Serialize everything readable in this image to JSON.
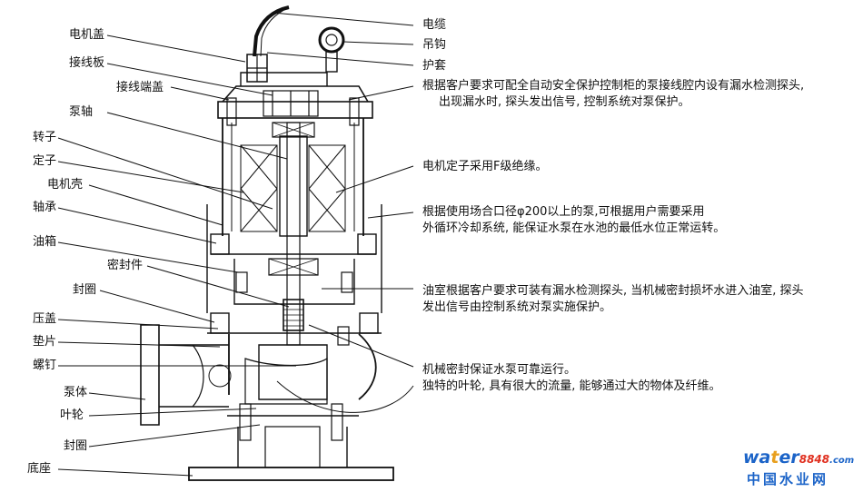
{
  "left_labels": [
    "电机盖",
    "接线板",
    "接线端盖",
    "泵轴",
    "转子",
    "定子",
    "电机壳",
    "轴承",
    "油箱",
    "密封件",
    "封圈",
    "压盖",
    "垫片",
    "螺钉",
    "泵体",
    "叶轮",
    "封圈",
    "底座"
  ],
  "right_labels": [
    "电缆",
    "吊钩",
    "护套"
  ],
  "notes": [
    {
      "lines": [
        "根据客户要求可配全自动安全保护控制柜的泵接线腔内设有漏水检测探头,",
        "出现漏水时, 探头发出信号, 控制系统对泵保护。"
      ]
    },
    {
      "lines": [
        "电机定子采用F级绝缘。"
      ]
    },
    {
      "lines": [
        "根据使用场合口径φ200以上的泵,可根据用户需要采用",
        "外循环冷却系统, 能保证水泵在水池的最低水位正常运转。"
      ]
    },
    {
      "lines": [
        "油室根据客户要求可装有漏水检测探头, 当机械密封损坏水进入油室, 探头",
        "发出信号由控制系统对泵实施保护。"
      ]
    },
    {
      "lines": [
        "机械密封保证水泵可靠运行。",
        "独特的叶轮, 具有很大的流量, 能够通过大的物体及纤维。"
      ]
    }
  ],
  "watermark": {
    "brand_parts": [
      "wa",
      "t",
      "er",
      "8848",
      ".com"
    ],
    "brand_colors": [
      "#1c64c8",
      "#e8a020",
      "#1c64c8",
      "#e03020",
      "#1c64c8"
    ],
    "subtitle": "中国水业网"
  }
}
